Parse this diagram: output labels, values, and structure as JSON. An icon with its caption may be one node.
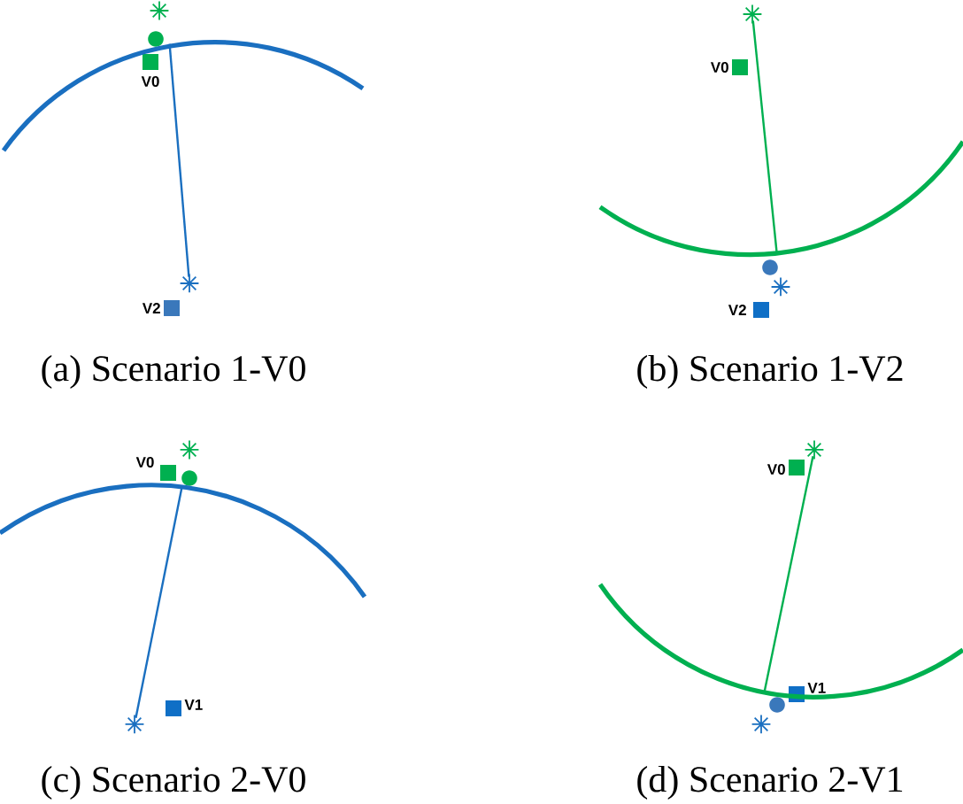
{
  "diagram": {
    "nodes": [
      {
        "text": [],
        "shape": "arc"
      },
      {
        "text": [],
        "shape": "star"
      },
      {
        "text": [],
        "shape": "star"
      },
      {
        "text": [],
        "shape": "arc"
      },
      {
        "text": [],
        "shape": "arc"
      },
      {
        "text": [],
        "shape": "star"
      },
      {
        "text": [],
        "shape": "star"
      },
      {
        "text": [],
        "shape": "arc"
      }
    ],
    "edges": [
      {
        "from": 1,
        "to": 0,
        "arrow": "none",
        "color": "#1a6fc0"
      },
      {
        "from": 2,
        "to": 3,
        "arrow": "none",
        "color": "#00b050"
      },
      {
        "from": 5,
        "to": 4,
        "arrow": "none",
        "color": "#1a6fc0"
      },
      {
        "from": 6,
        "to": 7,
        "arrow": "none",
        "color": "#00b050"
      }
    ],
    "labels": [
      "V0",
      "V2",
      "(a) Scenario 1-V0",
      "V0",
      "V2",
      "(b) Scenario 1-V2",
      "V0",
      "V1",
      "(c) Scenario 2-V0",
      "V0",
      "V1",
      "(d) Scenario 2-V1"
    ]
  }
}
